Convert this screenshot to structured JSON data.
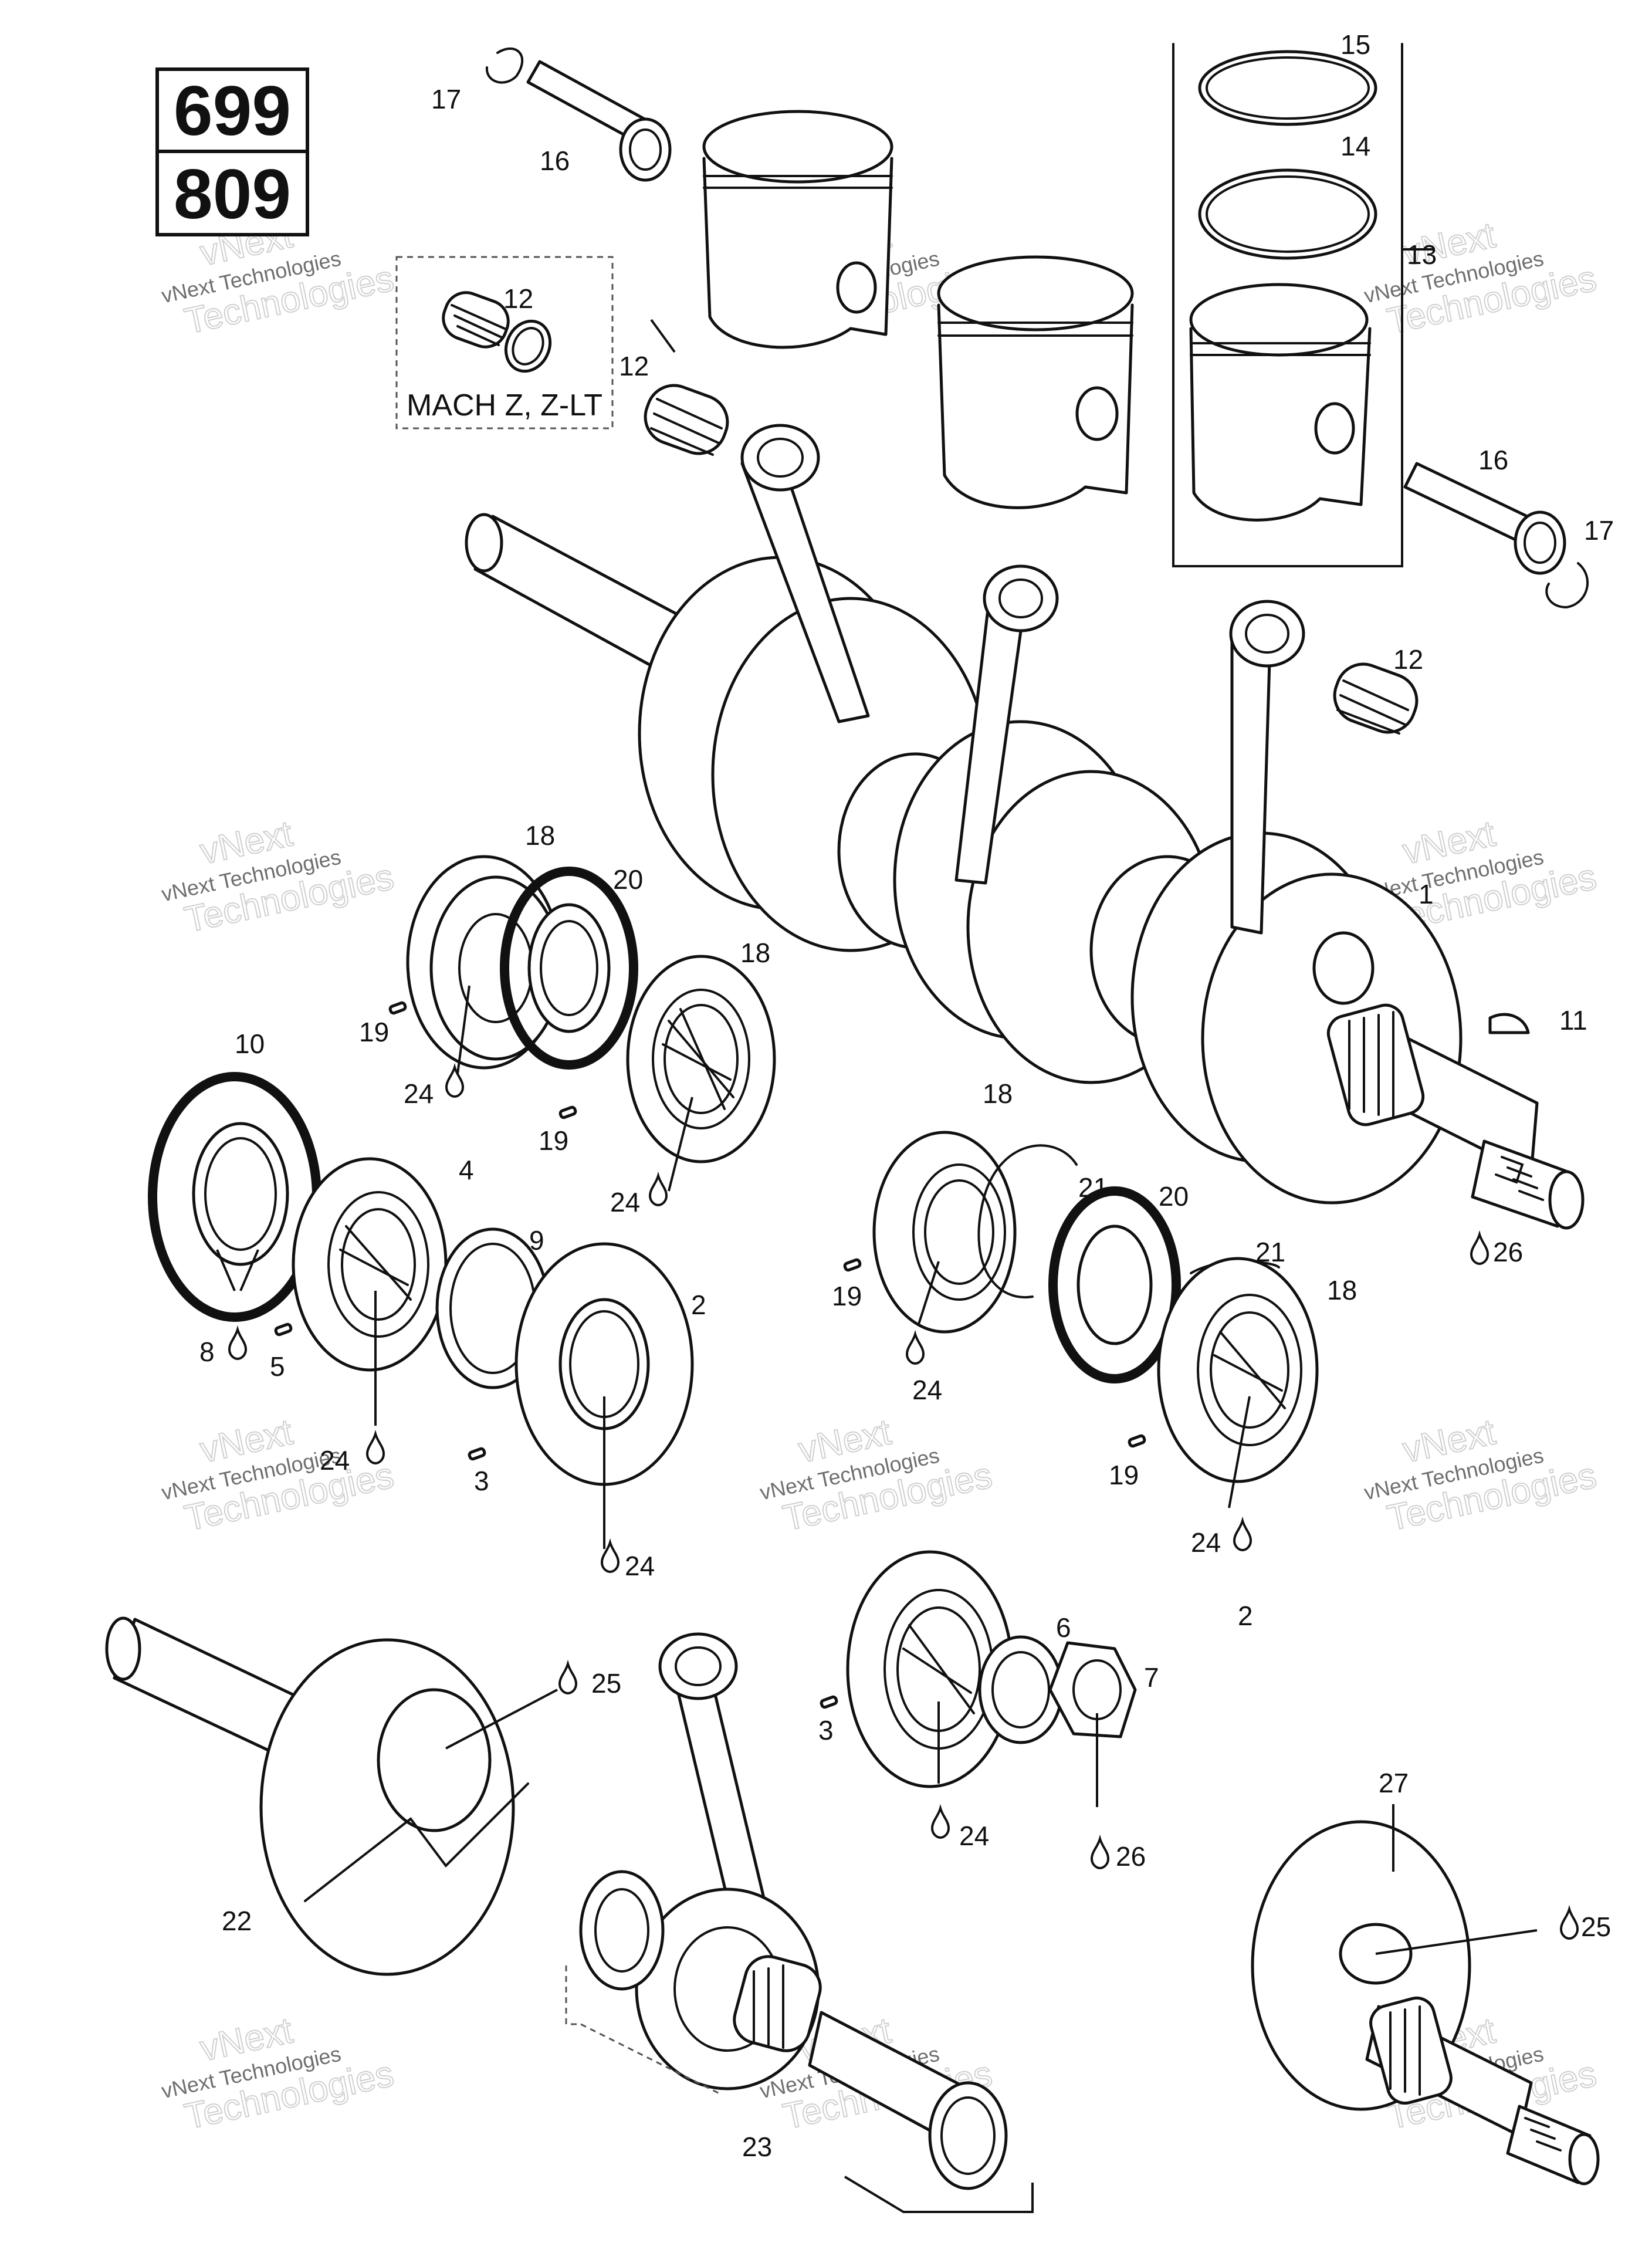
{
  "model_codes": [
    "699",
    "809"
  ],
  "variant_note": "MACH Z, Z-LT",
  "watermark": {
    "line1": "vNext",
    "line2": "vNext Technologies",
    "line3": "Technologies"
  },
  "colors": {
    "ink": "#111111",
    "paper": "#ffffff",
    "watermark": "#c8c8c8"
  },
  "callouts": {
    "c1": "1",
    "c2a": "2",
    "c2b": "2",
    "c3a": "3",
    "c3b": "3",
    "c4": "4",
    "c5": "5",
    "c6": "6",
    "c7": "7",
    "c8": "8",
    "c9": "9",
    "c10": "10",
    "c11": "11",
    "c12a": "12",
    "c12b": "12",
    "c12c": "12",
    "c13": "13",
    "c14": "14",
    "c15": "15",
    "c16a": "16",
    "c16b": "16",
    "c17a": "17",
    "c17b": "17",
    "c18a": "18",
    "c18b": "18",
    "c18c": "18",
    "c18d": "18",
    "c19a": "19",
    "c19b": "19",
    "c19c": "19",
    "c19d": "19",
    "c20a": "20",
    "c20b": "20",
    "c21a": "21",
    "c21b": "21",
    "c22": "22",
    "c23": "23",
    "c24a": "24",
    "c24b": "24",
    "c24c": "24",
    "c24d": "24",
    "c24e": "24",
    "c24f": "24",
    "c24g": "24",
    "c25a": "25",
    "c25b": "25",
    "c26a": "26",
    "c26b": "26",
    "c27": "27"
  }
}
